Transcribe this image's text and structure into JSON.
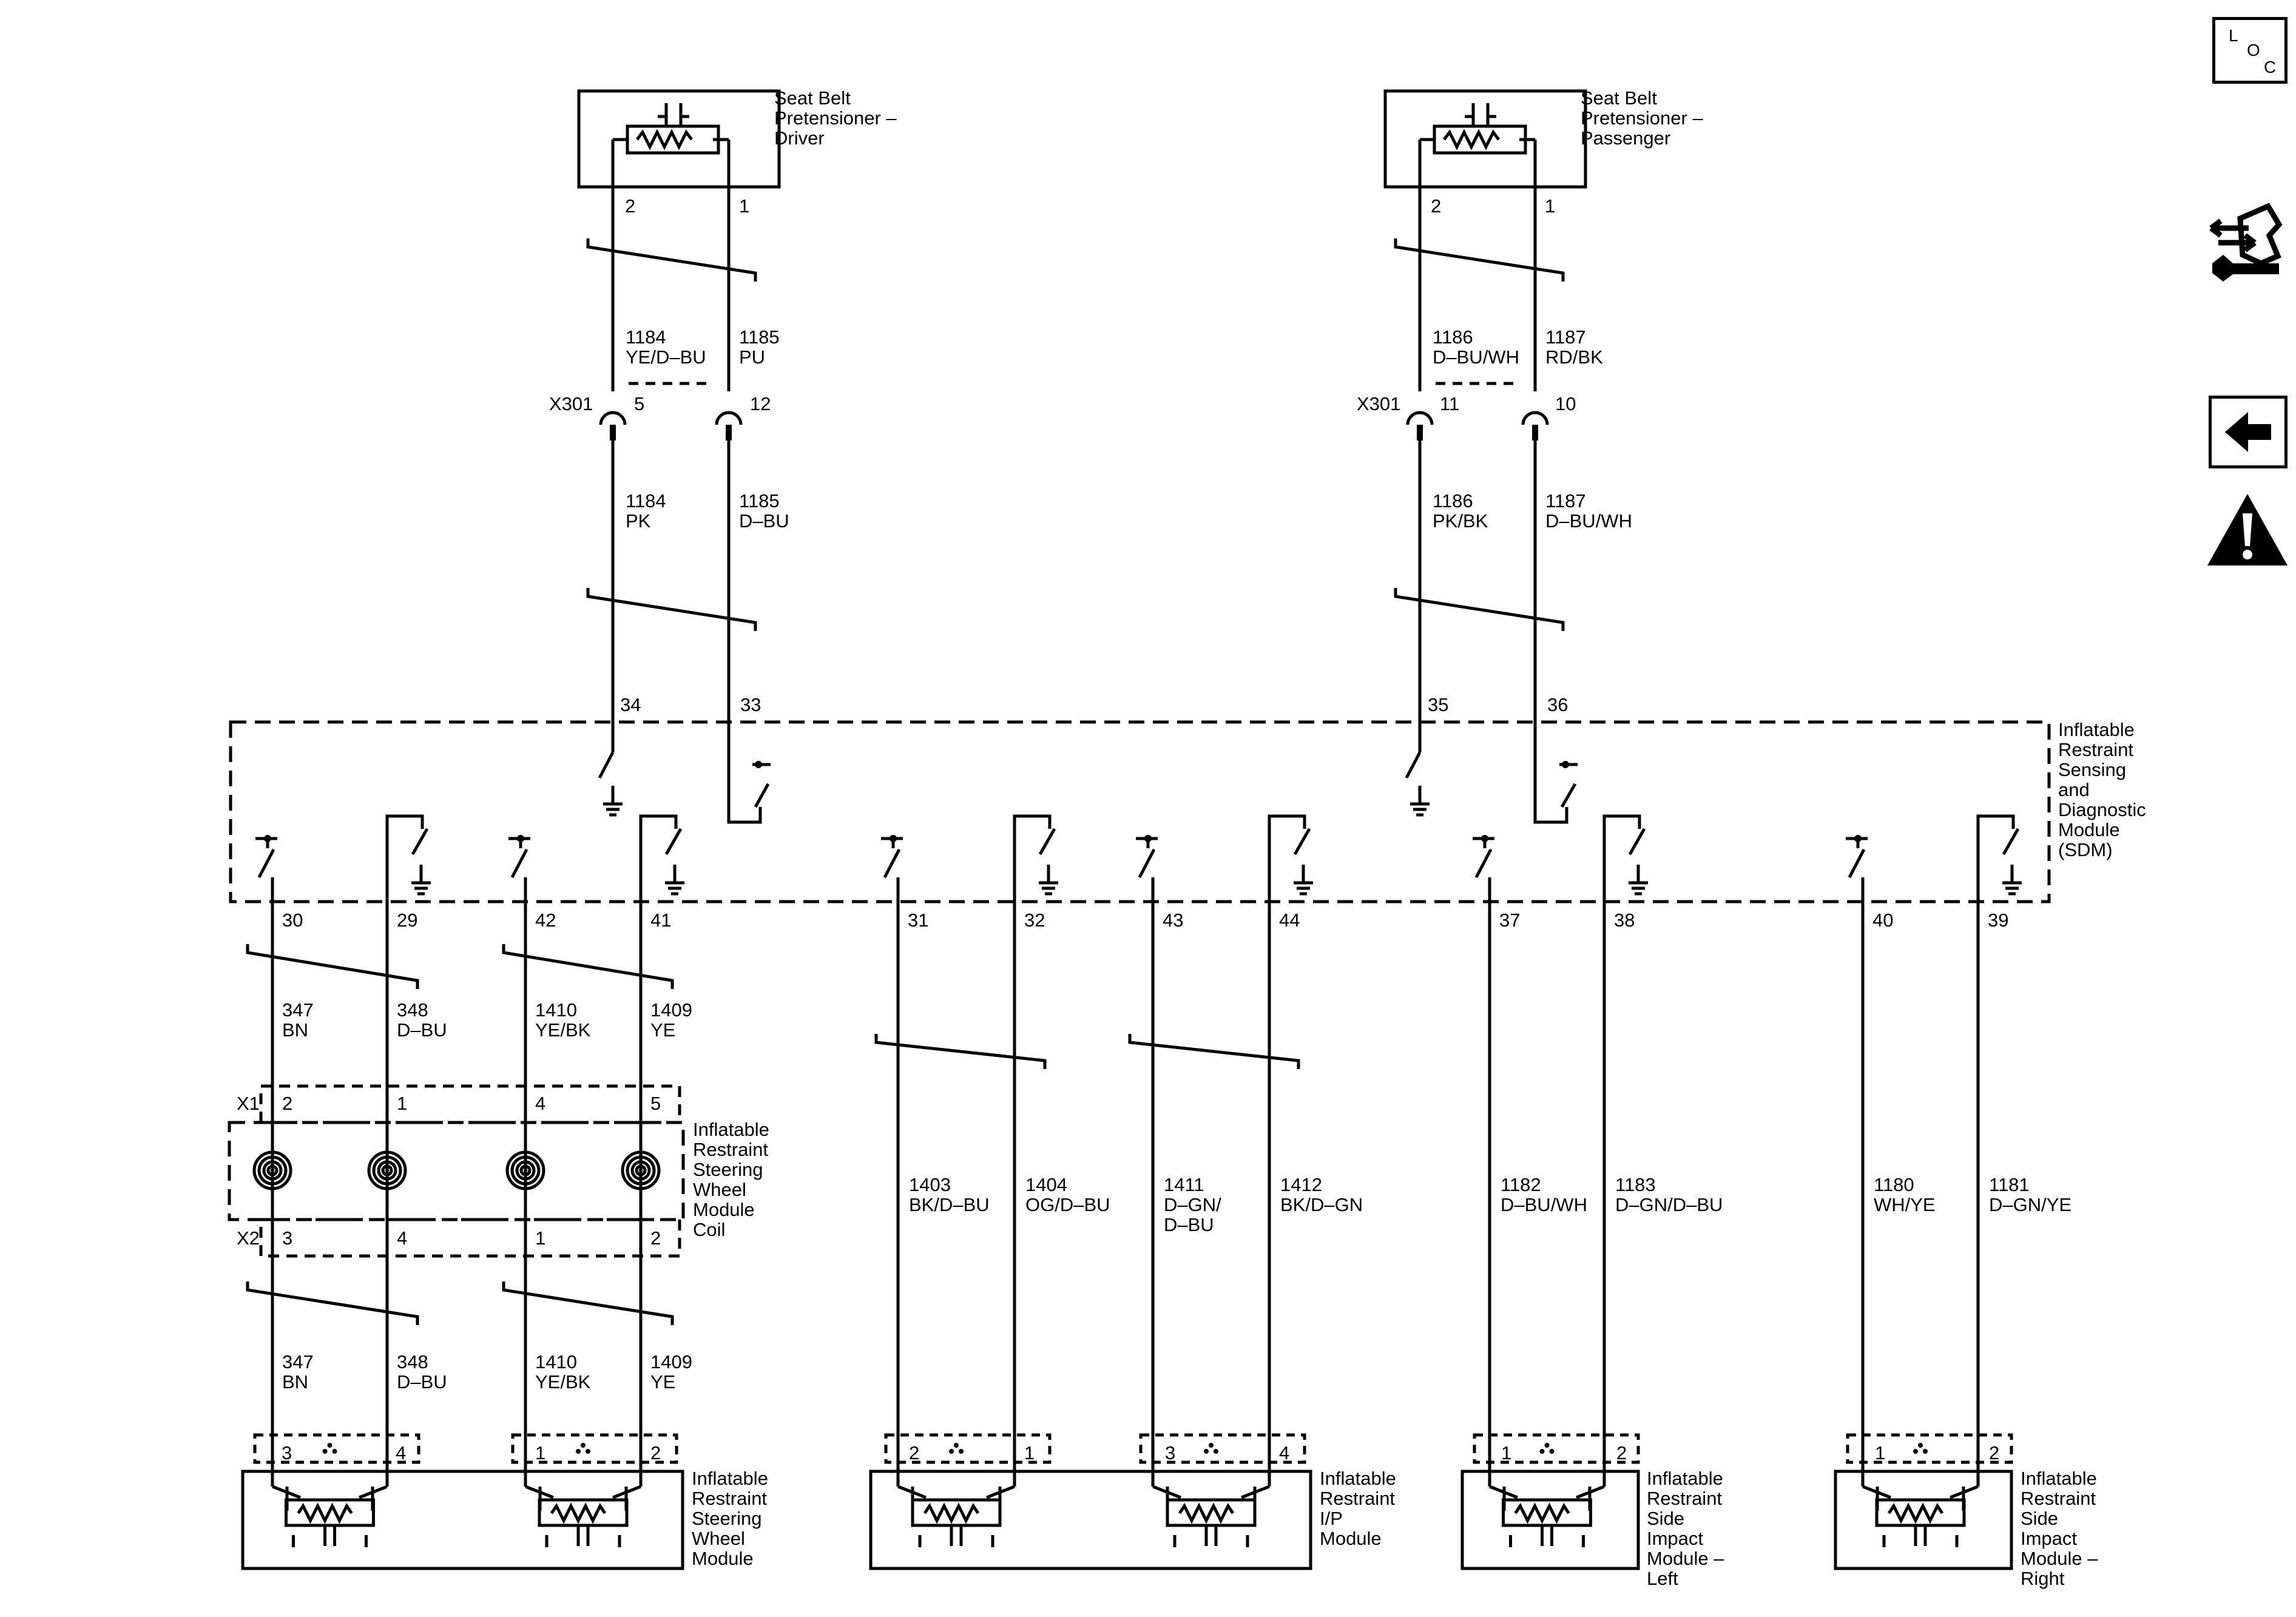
{
  "diagram": {
    "top_components": [
      {
        "label": [
          "Seat Belt",
          "Pretensioner –",
          "Driver"
        ],
        "pins": [
          "2",
          "1"
        ],
        "upper_wires": [
          {
            "circuit": "1184",
            "color": "YE/D–BU"
          },
          {
            "circuit": "1185",
            "color": "PU"
          }
        ],
        "connector": "X301",
        "connector_pins": [
          "5",
          "12"
        ],
        "lower_wires": [
          {
            "circuit": "1184",
            "color": "PK"
          },
          {
            "circuit": "1185",
            "color": "D–BU"
          }
        ],
        "sdm_pins": [
          "34",
          "33"
        ]
      },
      {
        "label": [
          "Seat Belt",
          "Pretensioner –",
          "Passenger"
        ],
        "pins": [
          "2",
          "1"
        ],
        "upper_wires": [
          {
            "circuit": "1186",
            "color": "D–BU/WH"
          },
          {
            "circuit": "1187",
            "color": "RD/BK"
          }
        ],
        "connector": "X301",
        "connector_pins": [
          "11",
          "10"
        ],
        "lower_wires": [
          {
            "circuit": "1186",
            "color": "PK/BK"
          },
          {
            "circuit": "1187",
            "color": "D–BU/WH"
          }
        ],
        "sdm_pins": [
          "35",
          "36"
        ]
      }
    ],
    "sdm_label": [
      "Inflatable",
      "Restraint",
      "Sensing",
      "and",
      "Diagnostic",
      "Module",
      "(SDM)"
    ],
    "sdm_bottom_pins": [
      "30",
      "29",
      "42",
      "41",
      "31",
      "32",
      "43",
      "44",
      "37",
      "38",
      "40",
      "39"
    ],
    "steering_coil": {
      "label": [
        "Inflatable",
        "Restraint",
        "Steering",
        "Wheel",
        "Module",
        "Coil"
      ],
      "x1_label": "X1",
      "x1_pins": [
        "2",
        "1",
        "4",
        "5"
      ],
      "x2_label": "X2",
      "x2_pins": [
        "3",
        "4",
        "1",
        "2"
      ],
      "upper_wires": [
        {
          "circuit": "347",
          "color": "BN"
        },
        {
          "circuit": "348",
          "color": "D–BU"
        },
        {
          "circuit": "1410",
          "color": "YE/BK"
        },
        {
          "circuit": "1409",
          "color": "YE"
        }
      ],
      "lower_wires": [
        {
          "circuit": "347",
          "color": "BN"
        },
        {
          "circuit": "348",
          "color": "D–BU"
        },
        {
          "circuit": "1410",
          "color": "YE/BK"
        },
        {
          "circuit": "1409",
          "color": "YE"
        }
      ]
    },
    "long_wires": [
      {
        "circuit": "1403",
        "color": [
          "BK/D–BU"
        ]
      },
      {
        "circuit": "1404",
        "color": [
          "OG/D–BU"
        ]
      },
      {
        "circuit": "1411",
        "color": [
          "D–GN/",
          "D–BU"
        ]
      },
      {
        "circuit": "1412",
        "color": [
          "BK/D–GN"
        ]
      },
      {
        "circuit": "1182",
        "color": [
          "D–BU/WH"
        ]
      },
      {
        "circuit": "1183",
        "color": [
          "D–GN/D–BU"
        ]
      },
      {
        "circuit": "1180",
        "color": [
          "WH/YE"
        ]
      },
      {
        "circuit": "1181",
        "color": [
          "D–GN/YE"
        ]
      }
    ],
    "bottom_modules": [
      {
        "label": [
          "Inflatable",
          "Restraint",
          "Steering",
          "Wheel",
          "Module"
        ],
        "pins": [
          "3",
          "4",
          "1",
          "2"
        ]
      },
      {
        "label": [
          "Inflatable",
          "Restraint",
          "I/P",
          "Module"
        ],
        "pins": [
          "2",
          "1",
          "3",
          "4"
        ]
      },
      {
        "label": [
          "Inflatable",
          "Restraint",
          "Side",
          "Impact",
          "Module –",
          "Left"
        ],
        "pins": [
          "1",
          "2"
        ]
      },
      {
        "label": [
          "Inflatable",
          "Restraint",
          "Side",
          "Impact",
          "Module –",
          "Right"
        ],
        "pins": [
          "1",
          "2"
        ]
      }
    ],
    "side_icons": [
      {
        "name": "location-view",
        "letters": [
          "L",
          "O",
          "C"
        ]
      },
      {
        "name": "connector-end-view"
      },
      {
        "name": "back"
      },
      {
        "name": "warning"
      }
    ]
  }
}
